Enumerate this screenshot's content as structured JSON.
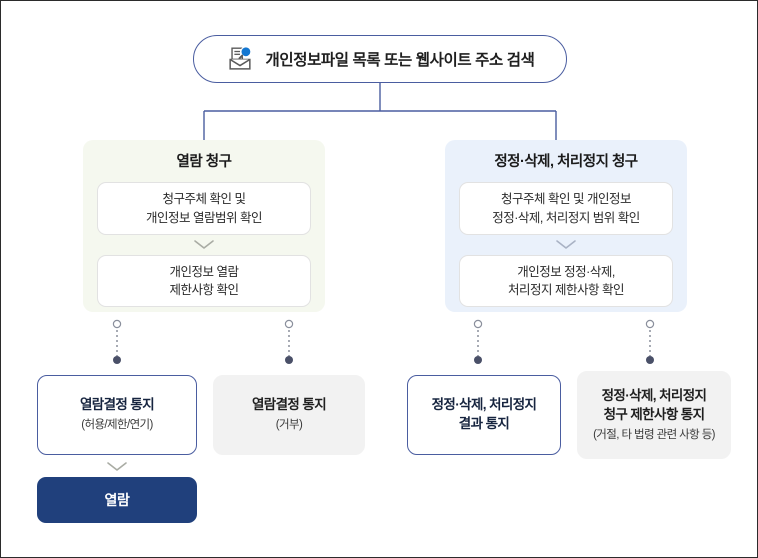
{
  "diagram": {
    "title_pill": {
      "icon": "document-search-icon",
      "label": "개인정보파일 목록 또는 웹사이트 주소 검색"
    },
    "branches": [
      {
        "id": "access-request",
        "title": "열람 청구",
        "steps": [
          {
            "lines": [
              "청구주체 확인 및",
              "개인정보 열람범위 확인"
            ]
          },
          {
            "lines": [
              "개인정보 열람",
              "제한사항 확인"
            ]
          }
        ]
      },
      {
        "id": "correction-request",
        "title": "정정·삭제, 처리정지 청구",
        "steps": [
          {
            "lines": [
              "청구주체 확인 및 개인정보",
              "정정·삭제, 처리정지 범위 확인"
            ]
          },
          {
            "lines": [
              "개인정보 정정·삭제,",
              "처리정지 제한사항 확인"
            ]
          }
        ]
      }
    ],
    "results": [
      {
        "id": "access-decision-notice-allow",
        "style": "outlined",
        "main": [
          "열람결정 통지"
        ],
        "sub": "(허용/제한/연기)"
      },
      {
        "id": "access-decision-notice-reject",
        "style": "grey",
        "main": [
          "열람결정 통지"
        ],
        "sub": "(거부)"
      },
      {
        "id": "correction-result-notice",
        "style": "outlined",
        "main": [
          "정정·삭제, 처리정지",
          "결과 통지"
        ],
        "sub": ""
      },
      {
        "id": "correction-restriction-notice",
        "style": "grey",
        "main": [
          "정정·삭제, 처리정지",
          "청구 제한사항 통지"
        ],
        "sub": "(거절, 타 법령 관련 사항 등)"
      }
    ],
    "final": {
      "id": "access-granted",
      "label": "열람"
    },
    "colors": {
      "line": "#4a5da0",
      "panel_left_bg": "#f5f8ef",
      "panel_right_bg": "#eaf1fb",
      "grey_box_bg": "#f2f2f2",
      "final_box_bg": "#20407c",
      "icon_accent": "#1477d1",
      "dot_dark": "#4a5068"
    }
  }
}
